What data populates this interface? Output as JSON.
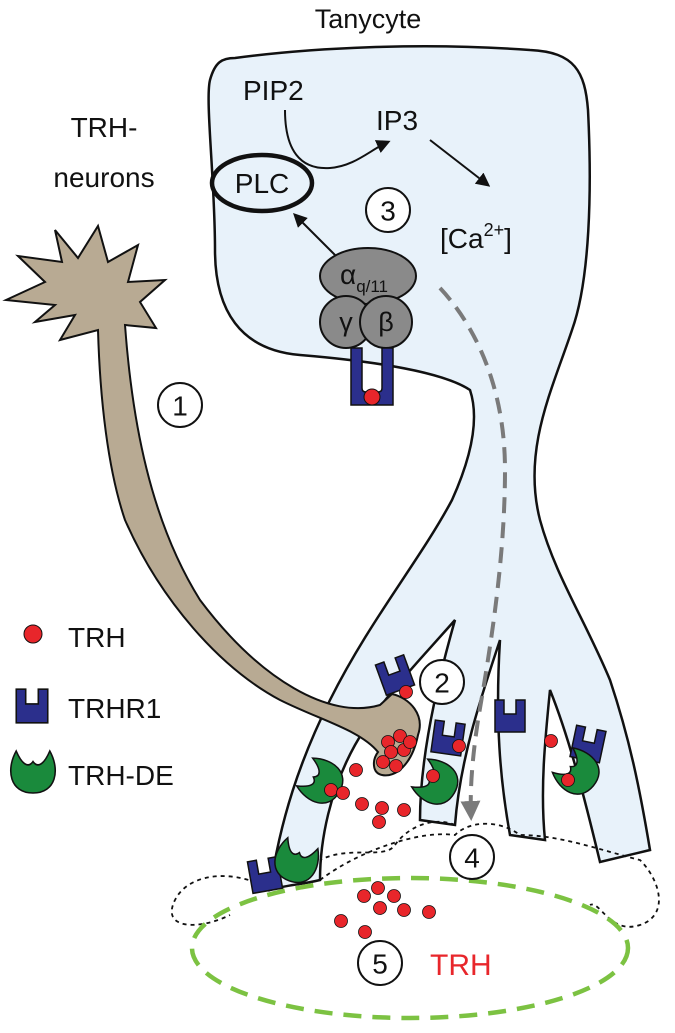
{
  "title": "Tanycyte",
  "neuron_label": {
    "line1": "TRH-",
    "line2": "neurons"
  },
  "signaling": {
    "pip2": "PIP2",
    "ip3": "IP3",
    "plc": "PLC",
    "ca": "[Ca",
    "ca_sup": "2+",
    "ca_end": "]",
    "g_alpha": "α",
    "g_alpha_sub": "q/11",
    "g_gamma": "γ",
    "g_beta": "β"
  },
  "steps": [
    "1",
    "2",
    "3",
    "4",
    "5"
  ],
  "legend": [
    {
      "label": "TRH",
      "icon": "trh-dot-icon"
    },
    {
      "label": "TRHR1",
      "icon": "trhr1-receptor-icon"
    },
    {
      "label": "TRH-DE",
      "icon": "trh-de-enzyme-icon"
    }
  ],
  "portal_label": "TRH",
  "colors": {
    "tanycyte_fill": "#e8f2fa",
    "neuron_fill": "#b8aa93",
    "receptor": "#2b2f8c",
    "enzyme": "#1a8a3c",
    "trh": "#e8262b",
    "gprotein": "#8a8a8a",
    "portal": "#7cc242",
    "portal_text": "#e8262b"
  }
}
